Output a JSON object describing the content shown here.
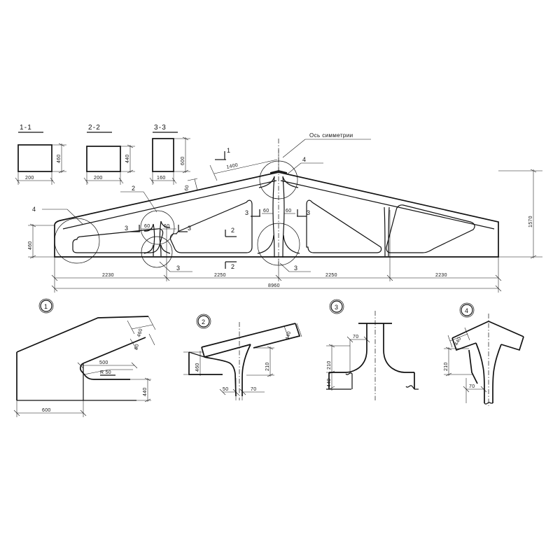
{
  "drawing": {
    "title_axis_label": "Ось симметрии",
    "sections": [
      {
        "id": "sec-1-1",
        "label": "1-1",
        "width": "200",
        "height": "460"
      },
      {
        "id": "sec-2-2",
        "label": "2-2",
        "width": "200",
        "height": "440"
      },
      {
        "id": "sec-3-3",
        "label": "3-3",
        "width": "160",
        "height": "600"
      }
    ],
    "main_view": {
      "overall_span": "8960",
      "overall_height": "1570",
      "end_depth": "460",
      "apex_offset": "1400",
      "web_thickness": "60",
      "chain_dims": [
        "2230",
        "2250",
        "2250",
        "2230"
      ],
      "web_pair_dims": [
        "60",
        "60"
      ],
      "web_pair_dims_right": [
        "60",
        "60"
      ],
      "section_marks": [
        "1",
        "2",
        "3",
        "3",
        "2",
        "3",
        "3"
      ],
      "detail_marks": [
        "4",
        "2",
        "3",
        "4",
        "3"
      ]
    },
    "details": [
      {
        "id": "detail-1",
        "balloon": "1",
        "dims": {
          "haunch_len": "500",
          "radius": "R 50",
          "bottom_depth": "440",
          "base_width": "600",
          "top_depth": "460",
          "web": "60"
        }
      },
      {
        "id": "detail-2",
        "balloon": "2",
        "dims": {
          "chord_depth": "440",
          "web_depth": "210",
          "left_offset": "50",
          "right_offset": "70",
          "side_depth": "460"
        }
      },
      {
        "id": "detail-3",
        "balloon": "3",
        "dims": {
          "web_offset": "70",
          "upper": "210",
          "lower": "440"
        }
      },
      {
        "id": "detail-4",
        "balloon": "4",
        "dims": {
          "chord_depth": "440",
          "upper": "210",
          "web_offset": "70"
        }
      }
    ]
  }
}
